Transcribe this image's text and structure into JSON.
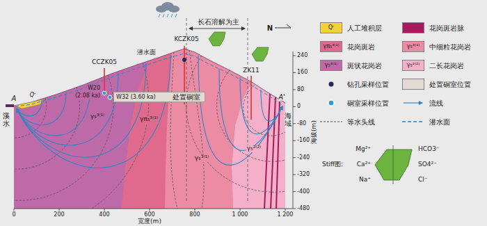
{
  "diagram": {
    "nodes": [
      {
        "text": [
          "处置硐室"
        ]
      }
    ],
    "labels": [
      "长石溶解为主",
      "N",
      "潜水面",
      "CCZK05",
      "KCZK05",
      "ZK11",
      "W20",
      "(2.08 ka)",
      "W32 (3.60 ka)",
      "Qʳ",
      "A",
      "A'",
      "溪水",
      "海域",
      "γ₅³⁽¹⁾",
      "γπ₅³⁽¹⁾",
      "γ₅³⁽¹⁾",
      "γ₅²⁽²⁾",
      "240",
      "160",
      "80",
      "0",
      "-80",
      "-160",
      "-240",
      "-320",
      "-400",
      "-480",
      "海拔(m)",
      "0",
      "200",
      "400",
      "600",
      "800",
      "1 000",
      "1 200",
      "宽度(m)",
      "Qʳ",
      "γπ₅³⁽¹⁾",
      "γ₅³⁽¹⁾",
      "γ₅³⁽¹⁾",
      "γ₅²⁽²⁾",
      "Stiff图:",
      "Mg²⁺",
      "Ca²⁺",
      "Na⁺",
      "HCO3⁻",
      "SO4²⁻",
      "Cl⁻"
    ],
    "legend": [
      {
        "text": "人工堆积层",
        "color": "#f2d13c"
      },
      {
        "text": "花岗斑岩脉",
        "color": "#a8185c"
      },
      {
        "text": "花岗斑岩",
        "color": "#df6a8d"
      },
      {
        "text": "中细粒花岗岩",
        "color": "#ec8ba4"
      },
      {
        "text": "斑状花岗岩",
        "color": "#bf6aa8"
      },
      {
        "text": "二长花岗岩",
        "color": "#f3b0c8"
      },
      {
        "text": "钻孔采样位置"
      },
      {
        "text": "处置硐室位置",
        "color": "#e4dad4"
      },
      {
        "text": "硐室采样位置"
      },
      {
        "text": "流线"
      },
      {
        "text": "等水头线"
      },
      {
        "text": "潜水面"
      }
    ]
  }
}
